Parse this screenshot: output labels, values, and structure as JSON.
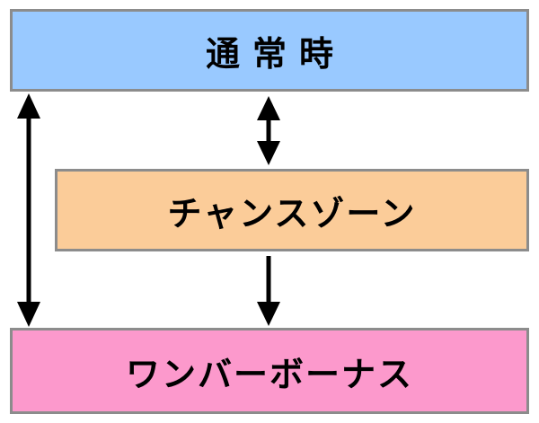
{
  "diagram": {
    "nodes": {
      "normal": {
        "label": "通常時",
        "color": "#99c9ff"
      },
      "chance_zone": {
        "label": "チャンスゾーン",
        "color": "#fbcc99"
      },
      "one_bonus": {
        "label": "ワンバーボーナス",
        "color": "#fc99cc"
      }
    },
    "edges": [
      {
        "from": "normal",
        "to": "one_bonus",
        "direction": "both"
      },
      {
        "from": "normal",
        "to": "chance_zone",
        "direction": "both"
      },
      {
        "from": "chance_zone",
        "to": "one_bonus",
        "direction": "forward"
      }
    ]
  }
}
